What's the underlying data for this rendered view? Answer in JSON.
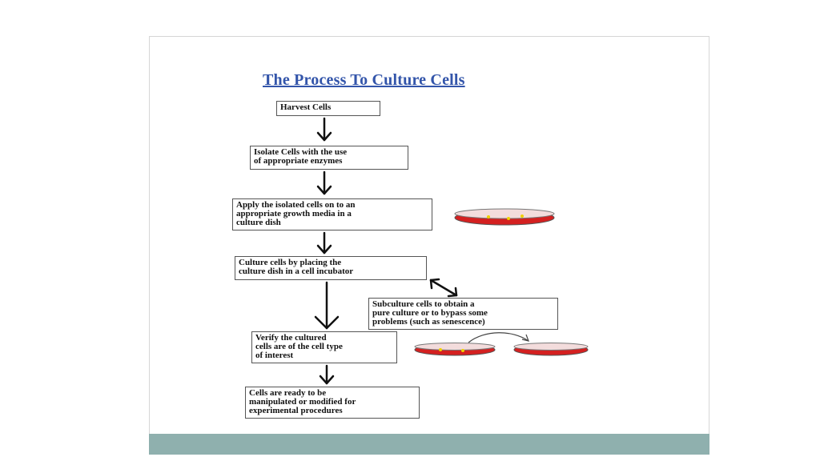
{
  "diagram": {
    "title": "The Process To Culture Cells",
    "steps": {
      "harvest": "Harvest Cells",
      "isolate": "Isolate Cells with the use\nof appropriate enzymes",
      "apply": "Apply the isolated cells on to an\nappropriate growth media in a\nculture dish",
      "culture": "Culture cells by placing the\nculture dish in a cell incubator",
      "subculture": "Subculture cells to obtain a\npure culture or to bypass some\nproblems (such as senescence)",
      "verify": "Verify the cultured\ncells are of the cell type\nof interest",
      "ready": "Cells are ready to be\nmanipulated or modified for\nexperimental procedures"
    }
  },
  "colors": {
    "title": "#3355aa",
    "dish_media": "#d42020",
    "cell_dots": "#f0d000",
    "footer_bar": "#8fb0ae"
  },
  "icons": {
    "culture_dish": "petri-dish-icon",
    "transfer": "curved-arrow-icon"
  }
}
